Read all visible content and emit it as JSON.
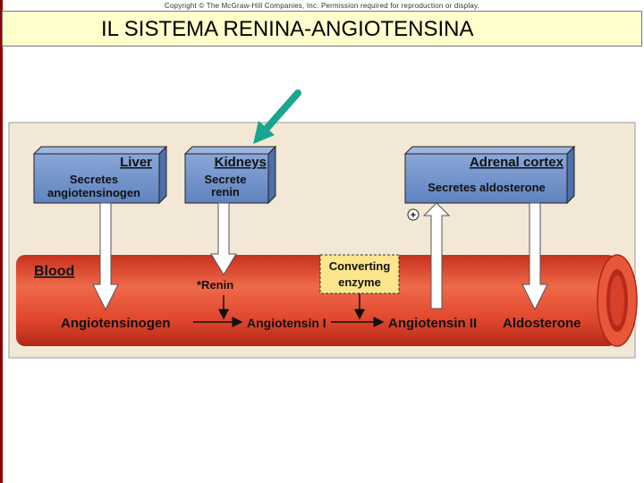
{
  "copyright": "Copyright © The McGraw-Hill Companies, Inc. Permission required for reproduction or display.",
  "title": "IL SISTEMA RENINA-ANGIOTENSINA",
  "colors": {
    "box_fill": "#6d8ec9",
    "panel_bg": "#f2e8d5",
    "blood_vessel": "#e2472e",
    "enzyme_fill": "#fde58c",
    "pointer_arrow": "#19a58f",
    "title_bar": "#ffffcc"
  },
  "organs": {
    "liver": {
      "name": "Liver",
      "action": [
        "Secretes",
        "angiotensinogen"
      ]
    },
    "kidneys": {
      "name": "Kidneys",
      "action": [
        "Secrete",
        "renin"
      ]
    },
    "adrenal": {
      "name": "Adrenal cortex",
      "action": [
        "Secretes aldosterone"
      ]
    }
  },
  "blood_label": "Blood",
  "renin_label": "*Renin",
  "enzyme_label": [
    "Converting",
    "enzyme"
  ],
  "plus_sign": "+",
  "pathway": {
    "angiotensinogen": "Angiotensinogen",
    "angiotensin1": "Angiotensin I",
    "angiotensin2": "Angiotensin II",
    "aldosterone": "Aldosterone"
  }
}
